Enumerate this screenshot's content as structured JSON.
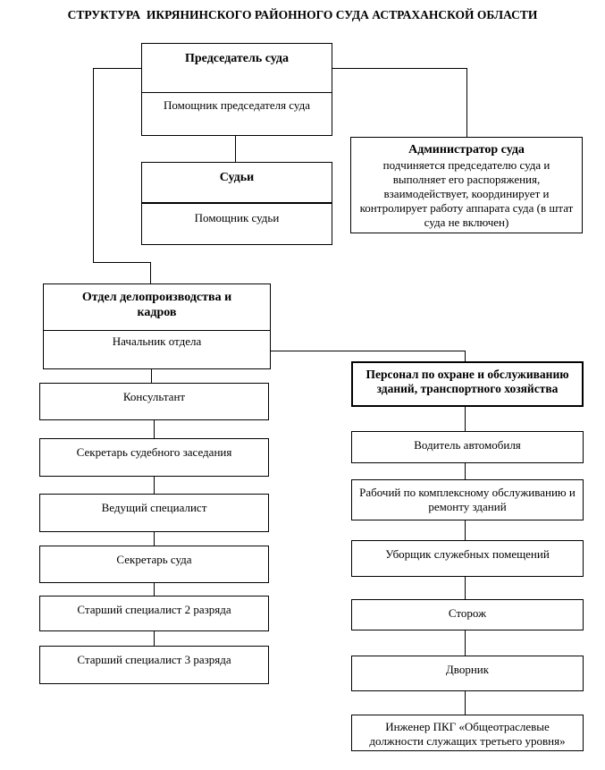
{
  "title": "СТРУКТУРА  ИКРЯНИНСКОГО РАЙОННОГО СУДА АСТРАХАНСКОЙ ОБЛАСТИ",
  "chairman": {
    "title": "Председатель суда",
    "assistant": "Помощник председателя суда"
  },
  "judges": {
    "title": "Судьи",
    "assistant": "Помощник судьи"
  },
  "administrator": {
    "title": "Администратор суда",
    "description": "подчиняется председателю суда и выполняет его распоряжения, взаимодействует, координирует и контролирует работу аппарата суда (в штат суда не включен)"
  },
  "department": {
    "title": "Отдел делопроизводства и кадров",
    "head": "Начальник отдела"
  },
  "left_column": [
    "Консультант",
    "Секретарь судебного заседания",
    "Ведущий специалист",
    "Секретарь суда",
    "Старший специалист 2 разряда",
    "Старший специалист 3 разряда"
  ],
  "right_column": {
    "header": "Персонал по охране и обслуживанию зданий, транспортного хозяйства",
    "items": [
      "Водитель автомобиля",
      "Рабочий по комплексному обслуживанию и ремонту зданий",
      "Уборщик служебных помещений",
      "Сторож",
      "Дворник",
      "Инженер ПКГ «Общеотраслевые должности служащих третьего уровня»"
    ]
  },
  "colors": {
    "line": "#000000",
    "background": "#ffffff",
    "text": "#000000"
  }
}
